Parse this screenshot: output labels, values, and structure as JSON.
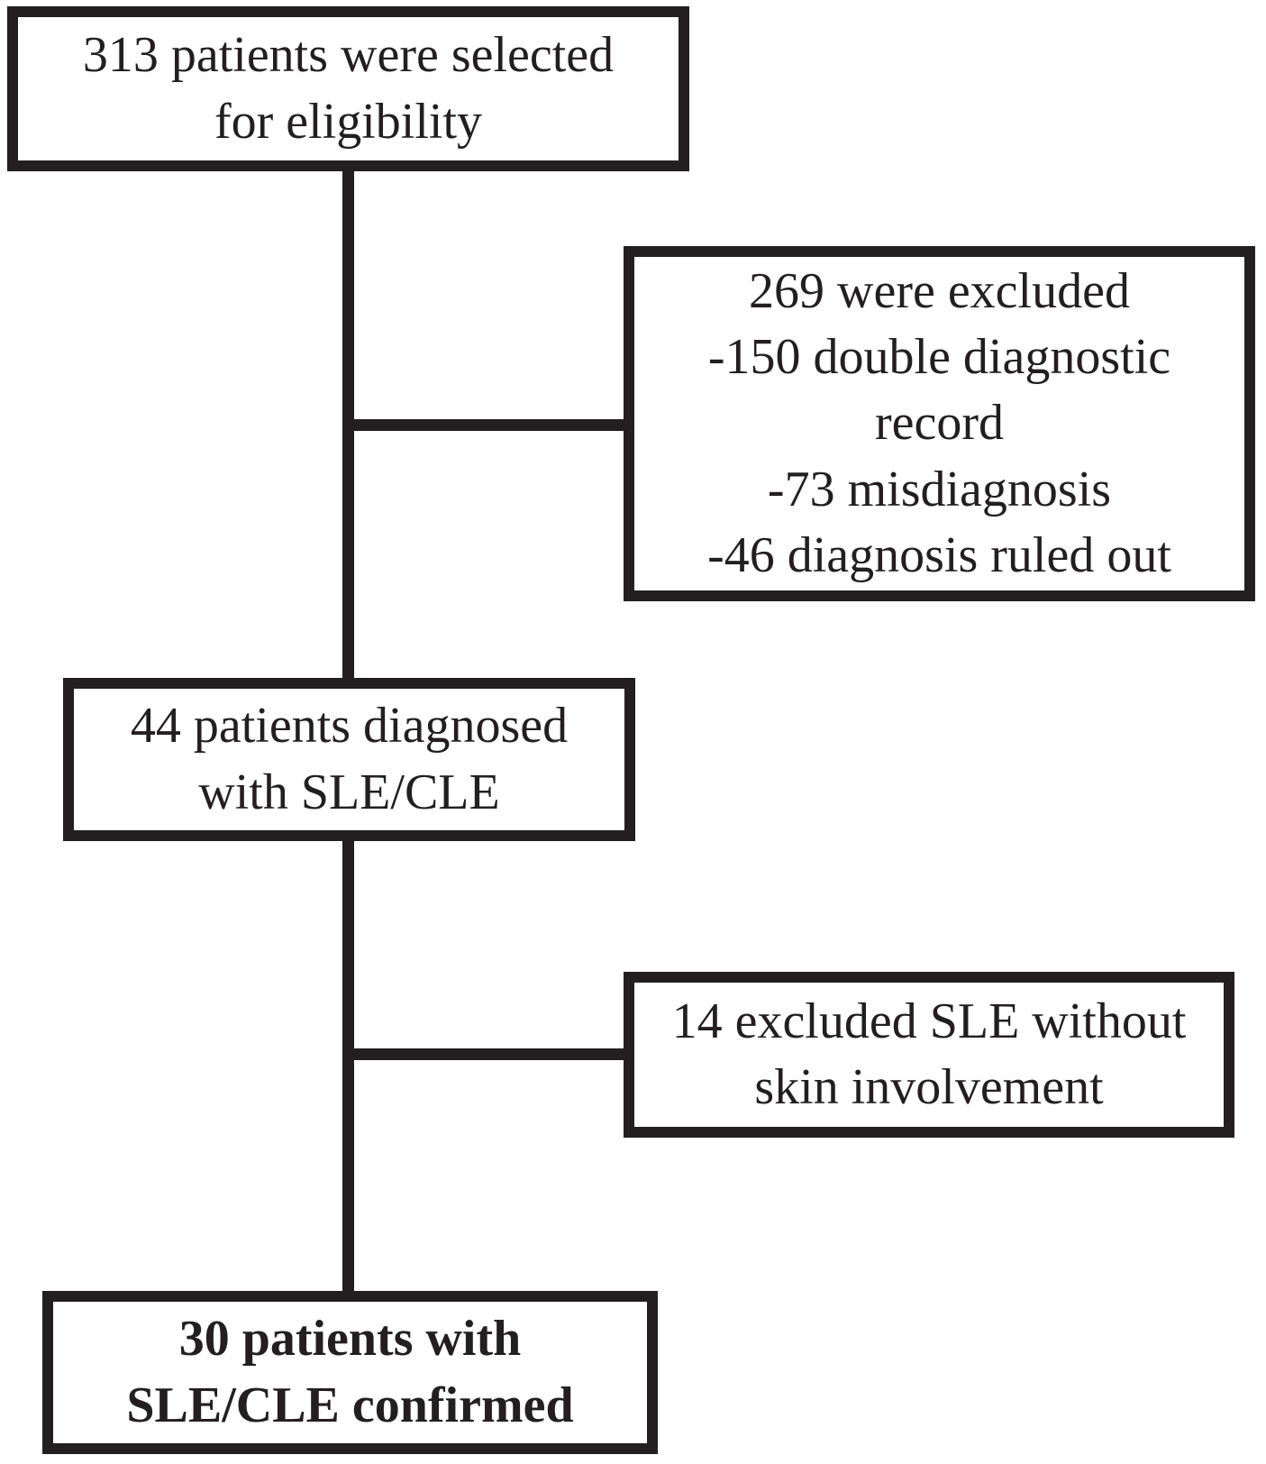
{
  "diagram": {
    "type": "patient-selection-flowchart",
    "ink_color": "#231f20",
    "background": "#ffffff",
    "boxes": [
      {
        "name": "selected-for-eligibility",
        "count": 313,
        "text": "313 patients were selected\nfor eligibility"
      },
      {
        "name": "excluded-initial",
        "count": 269,
        "text": "269 were excluded\n-150 double diagnostic\nrecord\n-73 misdiagnosis\n-46 diagnosis ruled out",
        "breakdown": [
          {
            "count": 150,
            "reason": "double diagnostic record"
          },
          {
            "count": 73,
            "reason": "misdiagnosis"
          },
          {
            "count": 46,
            "reason": "diagnosis ruled out"
          }
        ]
      },
      {
        "name": "diagnosed-sle-cle",
        "count": 44,
        "text": "44 patients diagnosed\nwith SLE/CLE"
      },
      {
        "name": "excluded-no-skin-involvement",
        "count": 14,
        "text": "14 excluded SLE without\nskin involvement"
      },
      {
        "name": "confirmed-sle-cle",
        "count": 30,
        "text": "30 patients with\nSLE/CLE confirmed"
      }
    ]
  }
}
